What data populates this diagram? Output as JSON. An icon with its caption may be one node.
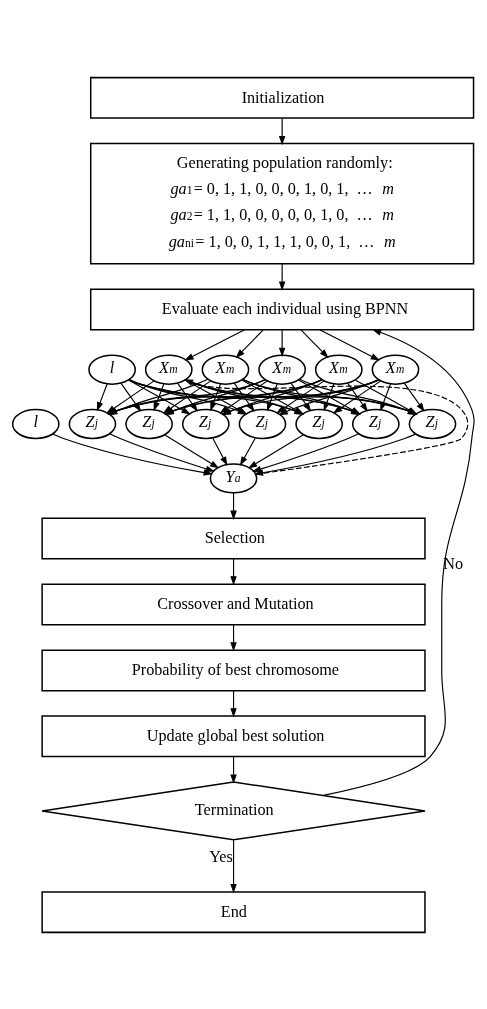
{
  "diagram": {
    "nodes": [
      {
        "text": [
          "Initialization"
        ]
      },
      {
        "text": [
          "Generating population randomly:",
          "*ga*$_{1}$= 0, 1, 1, 0, 0, 0, 1, 0, 1,  … *m*",
          "*ga*$_{2}$= 1, 1, 0, 0, 0, 0, 0, 1, 0,  … *m*",
          "*ga*$_{ni}$= 1, 0, 0, 1, 1, 1, 0, 0, 1,  … *m*"
        ]
      },
      {
        "text": [
          "Evaluate each individual using BPNN"
        ]
      },
      {
        "text": [
          "X$_{m}$"
        ]
      },
      {
        "text": [
          "X$_{m}$"
        ]
      },
      {
        "text": [
          "X$_{m}$"
        ]
      },
      {
        "text": [
          "X$_{m}$"
        ]
      },
      {
        "text": [
          "X$_{m}$"
        ]
      },
      {
        "text": [
          "l"
        ]
      },
      {
        "text": [
          "Z$_{j}$"
        ]
      },
      {
        "text": [
          "Z$_{j}$"
        ]
      },
      {
        "text": [
          "Z$_{j}$"
        ]
      },
      {
        "text": [
          "Z$_{j}$"
        ]
      },
      {
        "text": [
          "Z$_{j}$"
        ]
      },
      {
        "text": [
          "Z$_{j}$"
        ]
      },
      {
        "text": [
          "Z$_{j}$"
        ]
      },
      {
        "text": [
          "l"
        ]
      },
      {
        "text": [
          "Y$_{a}$"
        ]
      },
      {
        "text": [
          "Selection"
        ]
      },
      {
        "text": [
          "Crossover and Mutation"
        ]
      },
      {
        "text": [
          "Probability of best chromosome"
        ]
      },
      {
        "text": [
          "Update global best solution"
        ]
      },
      {
        "text": [
          "Termination"
        ]
      },
      {
        "text": [
          "End"
        ]
      }
    ],
    "edges": [
      {
        "from": 0,
        "to": 1,
        "arrow": "to"
      },
      {
        "from": 1,
        "to": 2,
        "arrow": "to"
      },
      {
        "from": 2,
        "to": 3,
        "arrow": "to"
      },
      {
        "from": 2,
        "to": 4,
        "arrow": "to"
      },
      {
        "from": 2,
        "to": 5,
        "arrow": "to"
      },
      {
        "from": 2,
        "to": 6,
        "arrow": "to"
      },
      {
        "from": 2,
        "to": 7,
        "arrow": "to"
      },
      {
        "from": 3,
        "to": 9,
        "arrow": "to"
      },
      {
        "from": 3,
        "to": 10,
        "arrow": "to"
      },
      {
        "from": 3,
        "to": 11,
        "arrow": "to"
      },
      {
        "from": 3,
        "to": 12,
        "arrow": "to"
      },
      {
        "from": 3,
        "to": 13,
        "arrow": "to"
      },
      {
        "from": 3,
        "to": 14,
        "arrow": "to"
      },
      {
        "from": 3,
        "to": 15,
        "arrow": "to"
      },
      {
        "from": 4,
        "to": 9,
        "arrow": "to"
      },
      {
        "from": 4,
        "to": 10,
        "arrow": "to"
      },
      {
        "from": 4,
        "to": 11,
        "arrow": "to"
      },
      {
        "from": 4,
        "to": 12,
        "arrow": "to"
      },
      {
        "from": 4,
        "to": 13,
        "arrow": "to"
      },
      {
        "from": 4,
        "to": 14,
        "arrow": "to"
      },
      {
        "from": 4,
        "to": 15,
        "arrow": "to"
      },
      {
        "from": 5,
        "to": 9,
        "arrow": "to"
      },
      {
        "from": 5,
        "to": 10,
        "arrow": "to"
      },
      {
        "from": 5,
        "to": 11,
        "arrow": "to"
      },
      {
        "from": 5,
        "to": 12,
        "arrow": "to"
      },
      {
        "from": 5,
        "to": 13,
        "arrow": "to"
      },
      {
        "from": 5,
        "to": 14,
        "arrow": "to"
      },
      {
        "from": 5,
        "to": 15,
        "arrow": "to"
      },
      {
        "from": 6,
        "to": 9,
        "arrow": "to"
      },
      {
        "from": 6,
        "to": 10,
        "arrow": "to"
      },
      {
        "from": 6,
        "to": 11,
        "arrow": "to"
      },
      {
        "from": 6,
        "to": 12,
        "arrow": "to"
      },
      {
        "from": 6,
        "to": 13,
        "arrow": "to"
      },
      {
        "from": 6,
        "to": 14,
        "arrow": "to"
      },
      {
        "from": 6,
        "to": 15,
        "arrow": "to"
      },
      {
        "from": 7,
        "to": 9,
        "arrow": "to"
      },
      {
        "from": 7,
        "to": 10,
        "arrow": "to"
      },
      {
        "from": 7,
        "to": 11,
        "arrow": "to"
      },
      {
        "from": 7,
        "to": 12,
        "arrow": "to"
      },
      {
        "from": 7,
        "to": 13,
        "arrow": "to"
      },
      {
        "from": 7,
        "to": 14,
        "arrow": "to"
      },
      {
        "from": 7,
        "to": 15,
        "arrow": "to"
      },
      {
        "from": 8,
        "to": 9,
        "arrow": "to"
      },
      {
        "from": 8,
        "to": 10,
        "arrow": "to"
      },
      {
        "from": 8,
        "to": 11,
        "arrow": "to"
      },
      {
        "from": 8,
        "to": 12,
        "arrow": "to"
      },
      {
        "from": 8,
        "to": 13,
        "arrow": "to"
      },
      {
        "from": 8,
        "to": 14,
        "arrow": "to"
      },
      {
        "from": 8,
        "to": 15,
        "arrow": "to"
      },
      {
        "from": 9,
        "to": 17,
        "arrow": "to"
      },
      {
        "from": 10,
        "to": 17,
        "arrow": "to"
      },
      {
        "from": 11,
        "to": 17,
        "arrow": "to"
      },
      {
        "from": 12,
        "to": 17,
        "arrow": "to"
      },
      {
        "from": 13,
        "to": 17,
        "arrow": "to"
      },
      {
        "from": 14,
        "to": 17,
        "arrow": "to"
      },
      {
        "from": 15,
        "to": 17,
        "arrow": "to"
      },
      {
        "from": 16,
        "to": 17,
        "arrow": "to"
      },
      {
        "from": 17,
        "to": 3,
        "arrow": "to",
        "style": "dashed"
      },
      {
        "from": 17,
        "to": 18,
        "arrow": "to"
      },
      {
        "from": 18,
        "to": 19,
        "arrow": "to"
      },
      {
        "from": 19,
        "to": 20,
        "arrow": "to"
      },
      {
        "from": 20,
        "to": 21,
        "arrow": "to"
      },
      {
        "from": 21,
        "to": 22,
        "arrow": "to"
      },
      {
        "from": 22,
        "to": 2,
        "arrow": "to",
        "label": "No"
      },
      {
        "from": 22,
        "to": 23,
        "arrow": "to",
        "label": "Yes"
      }
    ]
  }
}
